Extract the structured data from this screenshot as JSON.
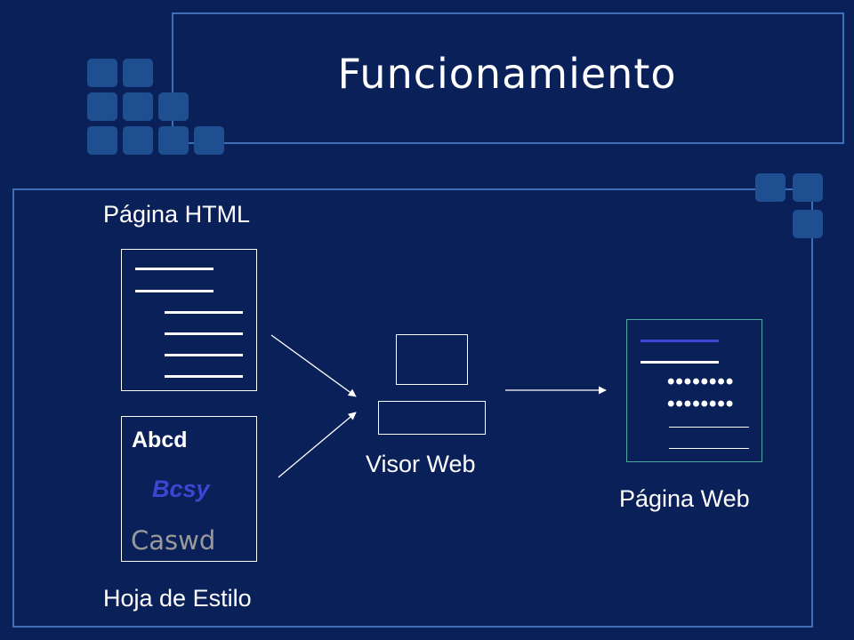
{
  "slide": {
    "title": "Funcionamiento"
  },
  "diagram": {
    "html_page_label": "Página HTML",
    "stylesheet_label": "Hoja de Estilo",
    "viewer_label": "Visor Web",
    "web_page_label": "Página Web",
    "style_samples": {
      "bold": "Abcd",
      "italic": "Bcsy",
      "plain": "Caswd"
    }
  },
  "colors": {
    "background": "#0a2058",
    "frame": "#3f6fb4",
    "decor_square": "#1f4f91",
    "text": "#ffffff",
    "italic_sample": "#3c46d2",
    "plain_sample": "#9a9a9a",
    "accent_line": "#3c46d2"
  }
}
